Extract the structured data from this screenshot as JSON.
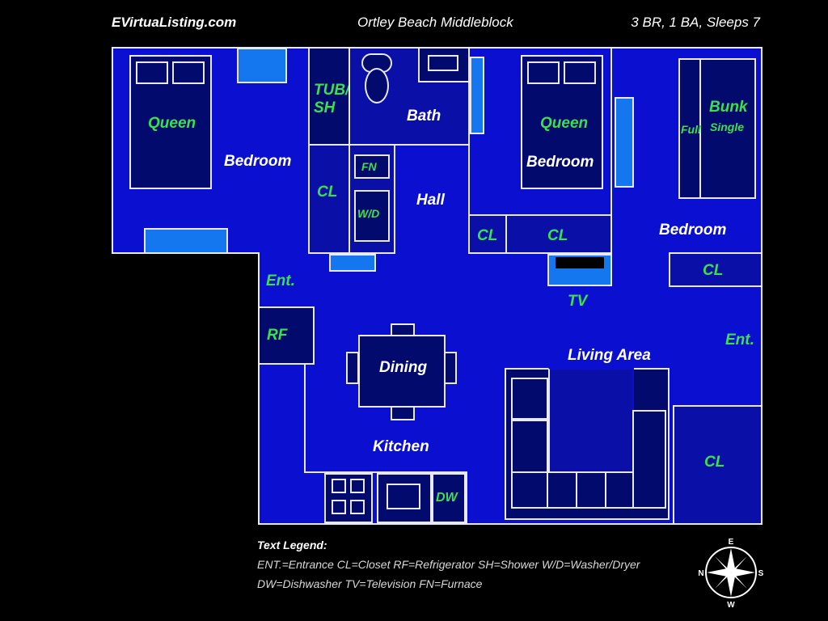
{
  "header": {
    "site": "EVirtuaListing.com",
    "title": "Ortley Beach Middleblock",
    "info": "3 BR, 1 BA, Sleeps 7"
  },
  "rooms": {
    "bedroom1": "Bedroom",
    "queen1": "Queen",
    "tub": "TUB/",
    "sh": "SH",
    "bath": "Bath",
    "cl_hall": "CL",
    "fn": "FN",
    "wd": "W/D",
    "hall": "Hall",
    "queen2": "Queen",
    "bedroom2": "Bedroom",
    "cl_b2a": "CL",
    "cl_b2b": "CL",
    "bunk": "Bunk",
    "full": "Full",
    "single": "Single",
    "bedroom3": "Bedroom",
    "cl_living": "CL",
    "ent1": "Ent.",
    "tv": "TV",
    "rf": "RF",
    "dining": "Dining",
    "living": "Living Area",
    "ent2": "Ent.",
    "kitchen": "Kitchen",
    "dw": "DW",
    "cl_corner": "CL"
  },
  "legend": {
    "title": "Text Legend:",
    "line1": "ENT.=Entrance CL=Closet RF=Refrigerator  SH=Shower  W/D=Washer/Dryer",
    "line2": "DW=Dishwasher  TV=Television  FN=Furnace"
  },
  "compass": {
    "n": "N",
    "e": "E",
    "s": "S",
    "w": "W"
  },
  "colors": {
    "floor": "#0b0fcf",
    "wall": "#e8e8ff",
    "label_green": "#3ce04a"
  }
}
